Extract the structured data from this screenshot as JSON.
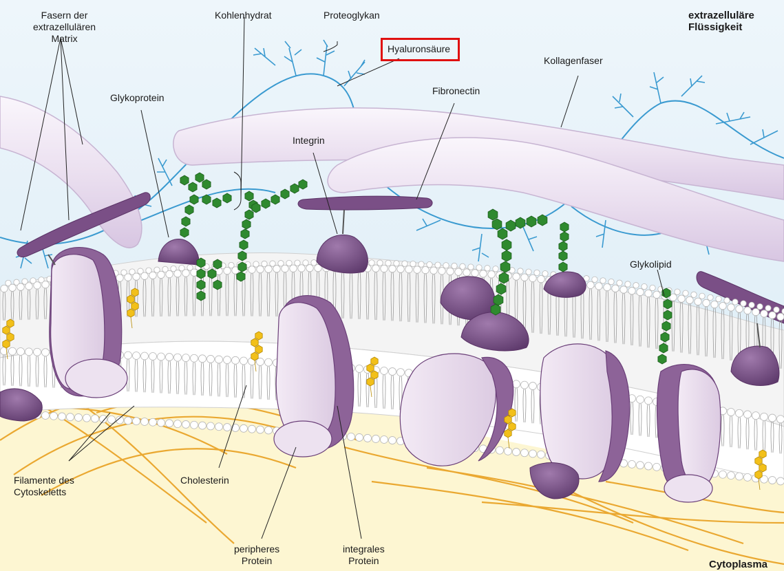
{
  "labels": {
    "fasern": [
      "Fasern der",
      "extrazellulären",
      "Matrix"
    ],
    "kohlenhydrat": "Kohlenhydrat",
    "proteoglykan": "Proteoglykan",
    "hyaluronsaeure": "Hyaluronsäure",
    "extrazellulaere": [
      "extrazelluläre",
      "Flüssigkeit"
    ],
    "kollagenfaser": "Kollagenfaser",
    "glykoprotein": "Glykoprotein",
    "fibronectin": "Fibronectin",
    "integrin": "Integrin",
    "glykolipid": "Glykolipid",
    "filamente": [
      "Filamente des",
      "Cytoskeletts"
    ],
    "cholesterin": "Cholesterin",
    "peripheres": [
      "peripheres",
      "Protein"
    ],
    "integrales": [
      "integrales",
      "Protein"
    ],
    "cytoplasma": "Cytoplasma"
  },
  "highlighted_label": "Hyaluronsäure",
  "colors": {
    "highlight": "#e01010",
    "hyaluronan": "#3a9ad0",
    "collagen": "#efe6f3",
    "protein_dark": "#7a4f86",
    "protein_light": "#ece0ee",
    "carbohydrate": "#2f8a2f",
    "cholesterol": "#f2c01a",
    "cytoskeleton": "#e8a020",
    "cytoplasm": "#fdf6d2",
    "lipid_head": "#f4f4f4"
  }
}
